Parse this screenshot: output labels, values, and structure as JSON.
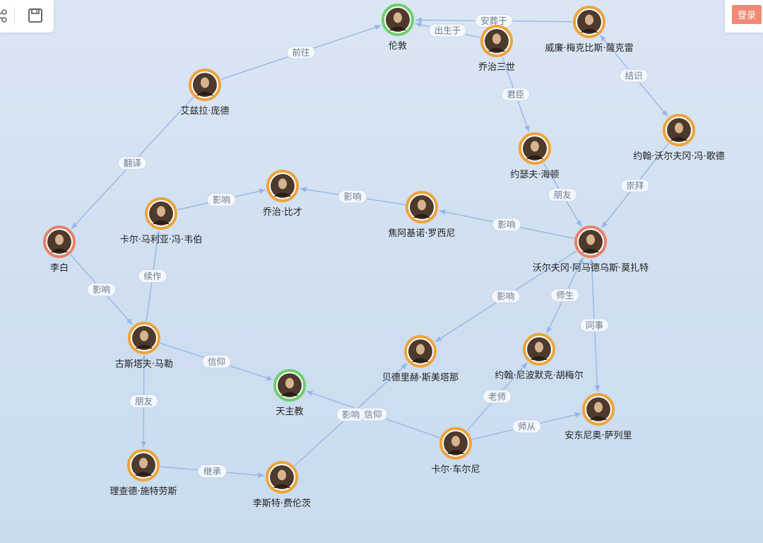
{
  "toolbar": {
    "icons": [
      "share-icon",
      "save-icon"
    ]
  },
  "header": {
    "login_label": "登录"
  },
  "colors": {
    "node_orange": "#eda33c",
    "node_green": "#6fcf6a",
    "node_red": "#e8806a",
    "edge": "#98b6e6",
    "label_text": "#6a7a90",
    "node_text": "#222222"
  },
  "graph": {
    "nodes": [
      {
        "id": "london",
        "label": "伦敦",
        "type": "green"
      },
      {
        "id": "george3",
        "label": "乔治三世",
        "type": "orange"
      },
      {
        "id": "blake",
        "label": "威廉·梅克比斯·薩克雷",
        "type": "orange"
      },
      {
        "id": "pound",
        "label": "艾兹拉·庞德",
        "type": "orange"
      },
      {
        "id": "goethe",
        "label": "约翰·沃尔夫冈·冯·歌德",
        "type": "orange"
      },
      {
        "id": "haydn",
        "label": "约瑟夫·海顿",
        "type": "orange"
      },
      {
        "id": "bizet",
        "label": "乔治·比才",
        "type": "orange"
      },
      {
        "id": "rossini",
        "label": "焦阿基诺·罗西尼",
        "type": "orange"
      },
      {
        "id": "weber",
        "label": "卡尔·马利亚·冯·韦伯",
        "type": "orange"
      },
      {
        "id": "libai",
        "label": "李白",
        "type": "red"
      },
      {
        "id": "mozart",
        "label": "沃尔夫冈·阿马德乌斯·莫扎特",
        "type": "red"
      },
      {
        "id": "mahler",
        "label": "古斯塔夫·马勒",
        "type": "orange"
      },
      {
        "id": "catholic",
        "label": "天主教",
        "type": "green"
      },
      {
        "id": "smetana",
        "label": "贝德里赫·斯美塔那",
        "type": "orange"
      },
      {
        "id": "hummel",
        "label": "约翰·尼波默克·胡梅尔",
        "type": "orange"
      },
      {
        "id": "salieri",
        "label": "安东尼奥·萨列里",
        "type": "orange"
      },
      {
        "id": "czerny",
        "label": "卡尔·车尔尼",
        "type": "orange"
      },
      {
        "id": "strauss",
        "label": "理查德·施特劳斯",
        "type": "orange"
      },
      {
        "id": "liszt",
        "label": "李斯特·费伦茨",
        "type": "orange"
      }
    ],
    "edges": [
      {
        "from": "blake",
        "to": "london",
        "label": "安葬于"
      },
      {
        "from": "george3",
        "to": "london",
        "label": "出生于"
      },
      {
        "from": "pound",
        "to": "london",
        "label": "前往"
      },
      {
        "from": "george3",
        "to": "haydn",
        "label": "君臣"
      },
      {
        "from": "blake",
        "to": "goethe",
        "label": "结识",
        "bidir": true
      },
      {
        "from": "pound",
        "to": "libai",
        "label": "翻译"
      },
      {
        "from": "haydn",
        "to": "mozart",
        "label": "朋友"
      },
      {
        "from": "goethe",
        "to": "mozart",
        "label": "崇拜"
      },
      {
        "from": "rossini",
        "to": "bizet",
        "label": "影响"
      },
      {
        "from": "weber",
        "to": "bizet",
        "label": "影响"
      },
      {
        "from": "mozart",
        "to": "rossini",
        "label": "影响"
      },
      {
        "from": "libai",
        "to": "mahler",
        "label": "影响"
      },
      {
        "from": "mahler",
        "to": "weber",
        "label": "续作"
      },
      {
        "from": "mahler",
        "to": "catholic",
        "label": "信仰"
      },
      {
        "from": "mahler",
        "to": "strauss",
        "label": "朋友",
        "bidir": true
      },
      {
        "from": "mozart",
        "to": "smetana",
        "label": "影响"
      },
      {
        "from": "mozart",
        "to": "hummel",
        "label": "师生",
        "bidir": true
      },
      {
        "from": "mozart",
        "to": "salieri",
        "label": "同事",
        "bidir": true
      },
      {
        "from": "czerny",
        "to": "hummel",
        "label": "老师"
      },
      {
        "from": "czerny",
        "to": "salieri",
        "label": "师从"
      },
      {
        "from": "czerny",
        "to": "catholic",
        "label": "信仰"
      },
      {
        "from": "liszt",
        "to": "smetana",
        "label": "影响"
      },
      {
        "from": "strauss",
        "to": "liszt",
        "label": "继承"
      }
    ]
  }
}
